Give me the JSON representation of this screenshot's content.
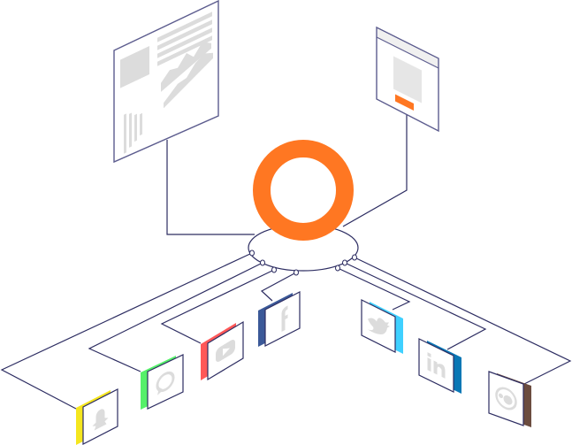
{
  "colors": {
    "hub": "#ff7722",
    "line": "#2d2d62",
    "placeholder": "#e6e6e6",
    "cta": "#ff7722"
  },
  "hub": {
    "icon": "orange-ring-logo"
  },
  "panels": [
    {
      "name": "dashboard-report",
      "icon": "dashboard-icon"
    },
    {
      "name": "landing-page",
      "icon": "webpage-icon"
    }
  ],
  "channels": [
    {
      "name": "snapchat",
      "icon": "snapchat-icon",
      "color": "#f5e61e"
    },
    {
      "name": "whatsapp",
      "icon": "whatsapp-icon",
      "color": "#55f06a"
    },
    {
      "name": "youtube",
      "icon": "youtube-icon",
      "color": "#ff5858"
    },
    {
      "name": "facebook",
      "icon": "facebook-icon",
      "color": "#3b5998"
    },
    {
      "name": "twitter",
      "icon": "twitter-icon",
      "color": "#3fd0ff"
    },
    {
      "name": "linkedin",
      "icon": "linkedin-icon",
      "color": "#0a77b5"
    },
    {
      "name": "mailchimp",
      "icon": "mailchimp-icon",
      "color": "#6b4c3f"
    }
  ]
}
